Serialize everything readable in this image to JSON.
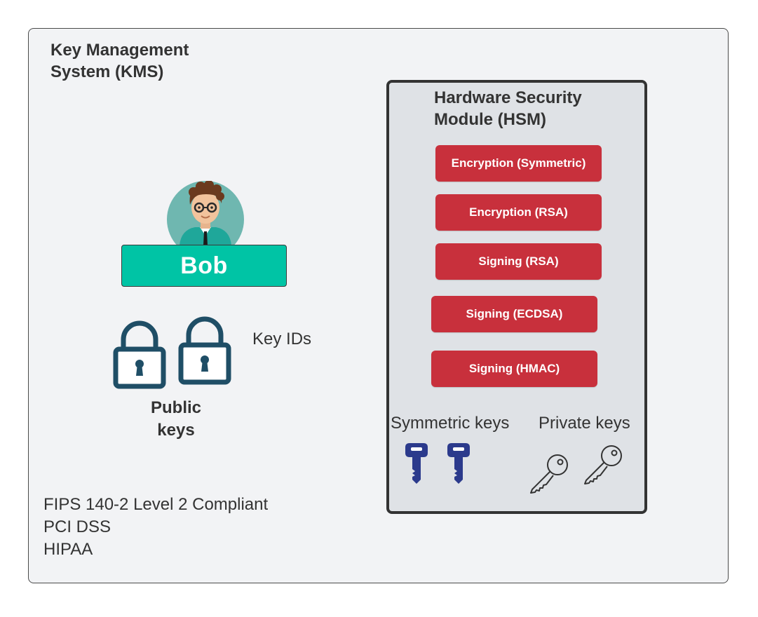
{
  "kms": {
    "title": "Key Management\nSystem (KMS)",
    "compliance": [
      "FIPS 140-2 Level 2 Compliant",
      "PCI DSS",
      "HIPAA"
    ]
  },
  "user": {
    "name": "Bob",
    "avatar_icon": "person-avatar-icon"
  },
  "public_keys": {
    "label": "Public\nkeys",
    "key_ids_label": "Key IDs",
    "icon": "padlock-icon"
  },
  "hsm": {
    "title": "Hardware Security\nModule (HSM)",
    "functions": [
      "Encryption (Symmetric)",
      "Encryption (RSA)",
      "Signing (RSA)",
      "Signing (ECDSA)",
      "Signing (HMAC)"
    ],
    "symmetric_keys_label": "Symmetric keys",
    "private_keys_label": "Private keys"
  },
  "colors": {
    "teal": "#00c4a5",
    "red": "#c8303c",
    "navy": "#2b3a8c",
    "lock": "#1f4e66"
  }
}
